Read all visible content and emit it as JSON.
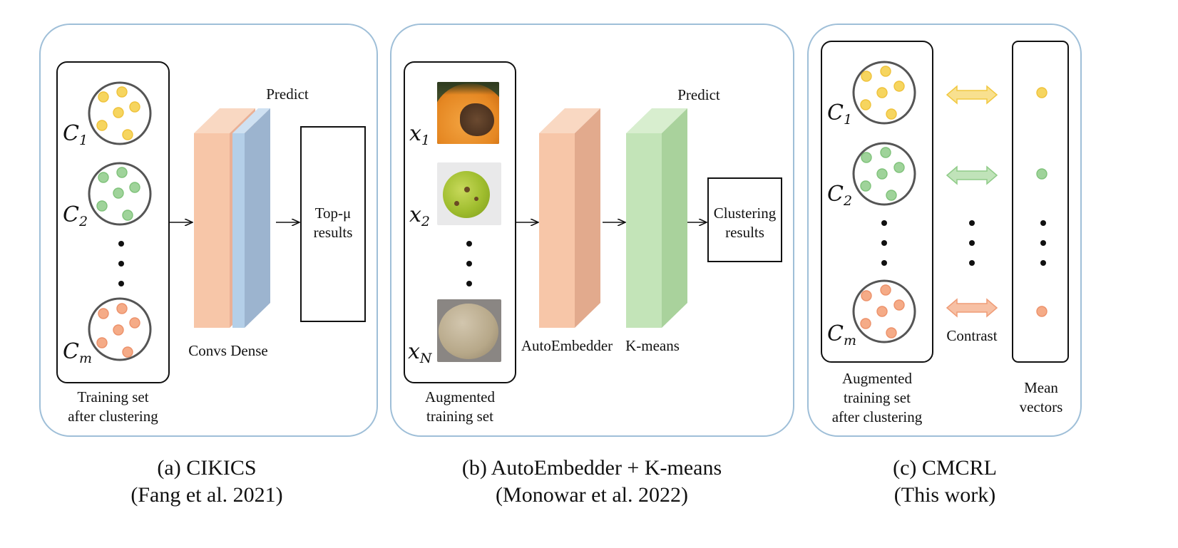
{
  "panels": {
    "a": {
      "set_labels": [
        "C_1",
        "C_2",
        "C_m"
      ],
      "layers_label": "Convs Dense",
      "predict_label": "Predict",
      "result_label": "Top-μ\nresults",
      "training_label": "Training set\nafter clustering",
      "caption": "(a) CIKICS\n(Fang et al. 2021)"
    },
    "b": {
      "sample_labels": [
        "x_1",
        "x_2",
        "x_N"
      ],
      "embedder_label": "AutoEmbedder",
      "kmeans_label": "K-means",
      "predict_label": "Predict",
      "result_label": "Clustering\nresults",
      "training_label": "Augmented\ntraining set",
      "caption": "(b) AutoEmbedder + K-means\n(Monowar et al. 2022)"
    },
    "c": {
      "set_labels": [
        "C_1",
        "C_2",
        "C_m"
      ],
      "contrast_label": "Contrast",
      "training_label": "Augmented\ntraining set\nafter clustering",
      "mean_label": "Mean\nvectors",
      "caption": "(c) CMCRL\n(This work)"
    }
  },
  "colors": {
    "panel_border": "#9fbfd8",
    "yellow": "#f6d55f",
    "green": "#9fd39a",
    "orange": "#f5ab87",
    "conv_face": "#f7c6a8",
    "dense_face": "#b4cfe8",
    "kmeans_face": "#c3e4b8"
  }
}
